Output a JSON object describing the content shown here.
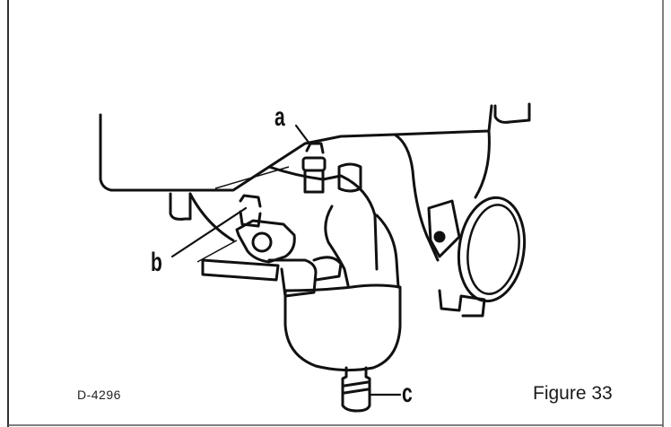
{
  "figure": {
    "callouts": {
      "a": "a",
      "b": "b",
      "c": "c"
    },
    "drawing_code": "D-4296",
    "label": "Figure 33"
  }
}
